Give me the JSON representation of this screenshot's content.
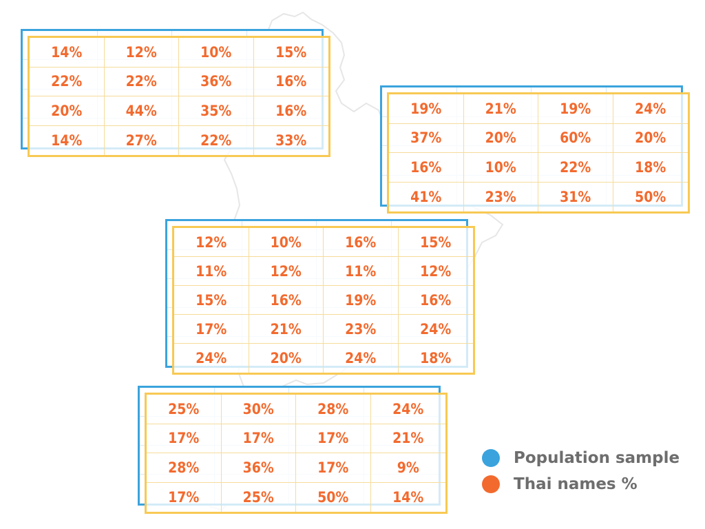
{
  "chart_data": {
    "type": "table",
    "colors": {
      "population": "#3aa3dd",
      "thai": "#f26a2e"
    },
    "legend": {
      "placement": "bottom-right",
      "items": [
        {
          "label": "Population sample",
          "color": "#3aa3dd"
        },
        {
          "label": "Thai names %",
          "color": "#f26a2e"
        }
      ]
    },
    "grids": [
      {
        "name": "grid-1",
        "rows": [
          [
            "14%",
            "12%",
            "10%",
            "15%"
          ],
          [
            "22%",
            "22%",
            "36%",
            "16%"
          ],
          [
            "20%",
            "44%",
            "35%",
            "16%"
          ],
          [
            "14%",
            "27%",
            "22%",
            "33%"
          ]
        ]
      },
      {
        "name": "grid-2",
        "rows": [
          [
            "19%",
            "21%",
            "19%",
            "24%"
          ],
          [
            "37%",
            "20%",
            "60%",
            "20%"
          ],
          [
            "16%",
            "10%",
            "22%",
            "18%"
          ],
          [
            "41%",
            "23%",
            "31%",
            "50%"
          ]
        ]
      },
      {
        "name": "grid-3",
        "rows": [
          [
            "12%",
            "10%",
            "16%",
            "15%"
          ],
          [
            "11%",
            "12%",
            "11%",
            "12%"
          ],
          [
            "15%",
            "16%",
            "19%",
            "16%"
          ],
          [
            "17%",
            "21%",
            "23%",
            "24%"
          ],
          [
            "24%",
            "20%",
            "24%",
            "18%"
          ]
        ]
      },
      {
        "name": "grid-4",
        "rows": [
          [
            "25%",
            "30%",
            "28%",
            "24%"
          ],
          [
            "17%",
            "17%",
            "17%",
            "21%"
          ],
          [
            "28%",
            "36%",
            "17%",
            "9%"
          ],
          [
            "17%",
            "25%",
            "50%",
            "14%"
          ]
        ]
      }
    ]
  }
}
